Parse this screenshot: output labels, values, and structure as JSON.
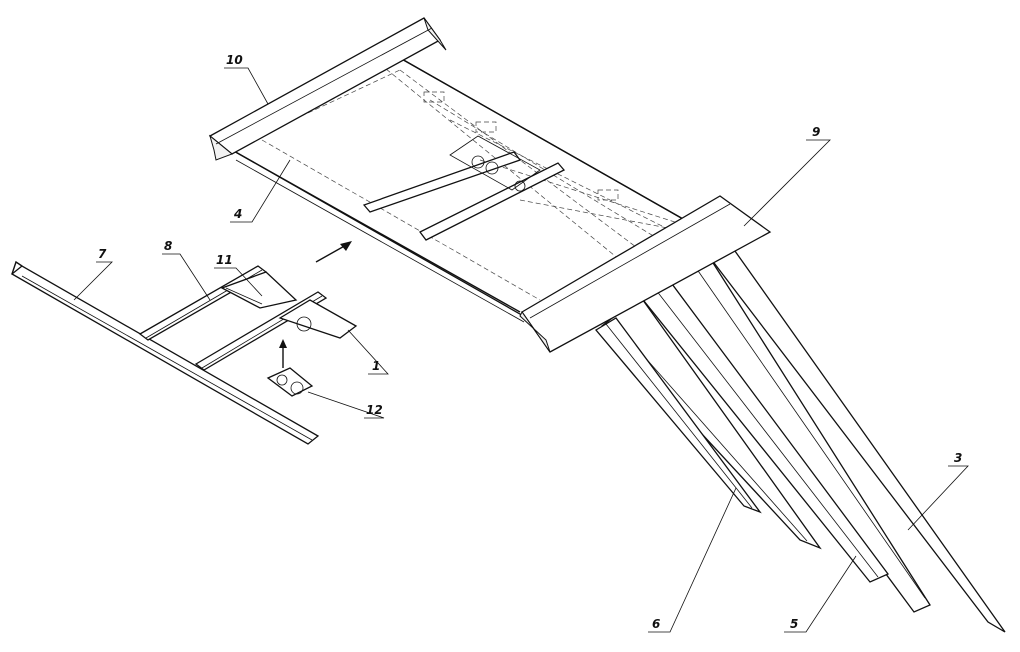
{
  "labels": {
    "l1": "1",
    "l3": "3",
    "l4": "4",
    "l5": "5",
    "l6": "6",
    "l7": "7",
    "l8": "8",
    "l9": "9",
    "l10": "10",
    "l11": "11",
    "l12": "12"
  },
  "colors": {
    "line": "#111111",
    "background": "#ffffff"
  },
  "icons": {
    "direction": "arrow-icon"
  }
}
